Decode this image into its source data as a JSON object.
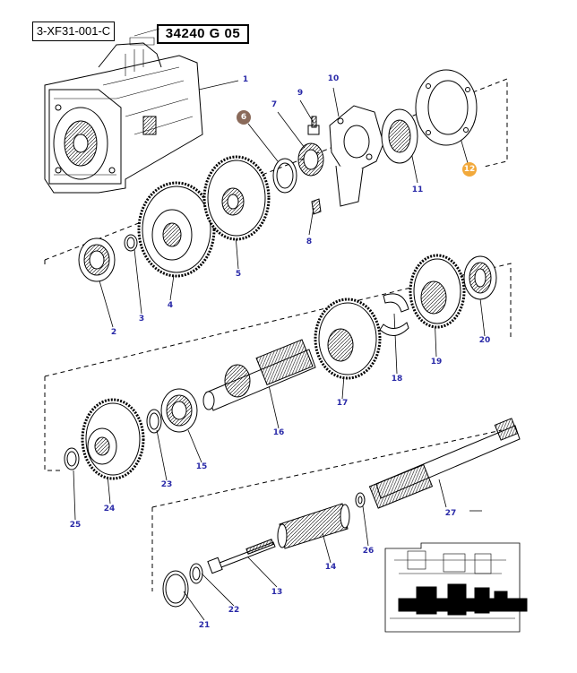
{
  "header": {
    "reference": "3-XF31-001-C",
    "part_code": "34240 G 05"
  },
  "colors": {
    "label_text": "#2a2aa8",
    "highlight_6": "#8a6a5a",
    "highlight_12": "#f2a93b",
    "line": "#000000"
  },
  "callouts": [
    {
      "id": "1",
      "text": "1"
    },
    {
      "id": "2",
      "text": "2"
    },
    {
      "id": "3",
      "text": "3"
    },
    {
      "id": "4",
      "text": "4"
    },
    {
      "id": "5",
      "text": "5"
    },
    {
      "id": "6",
      "text": "6",
      "highlight": "dark"
    },
    {
      "id": "7",
      "text": "7"
    },
    {
      "id": "8",
      "text": "8"
    },
    {
      "id": "9",
      "text": "9"
    },
    {
      "id": "10",
      "text": "10"
    },
    {
      "id": "11",
      "text": "11"
    },
    {
      "id": "12",
      "text": "12",
      "highlight": "orange"
    },
    {
      "id": "13",
      "text": "13"
    },
    {
      "id": "14",
      "text": "14"
    },
    {
      "id": "15",
      "text": "15"
    },
    {
      "id": "16",
      "text": "16"
    },
    {
      "id": "17",
      "text": "17"
    },
    {
      "id": "18",
      "text": "18"
    },
    {
      "id": "19",
      "text": "19"
    },
    {
      "id": "20",
      "text": "20"
    },
    {
      "id": "21",
      "text": "21"
    },
    {
      "id": "22",
      "text": "22"
    },
    {
      "id": "23",
      "text": "23"
    },
    {
      "id": "24",
      "text": "24"
    },
    {
      "id": "25",
      "text": "25"
    },
    {
      "id": "26",
      "text": "26"
    },
    {
      "id": "27",
      "text": "27"
    }
  ]
}
